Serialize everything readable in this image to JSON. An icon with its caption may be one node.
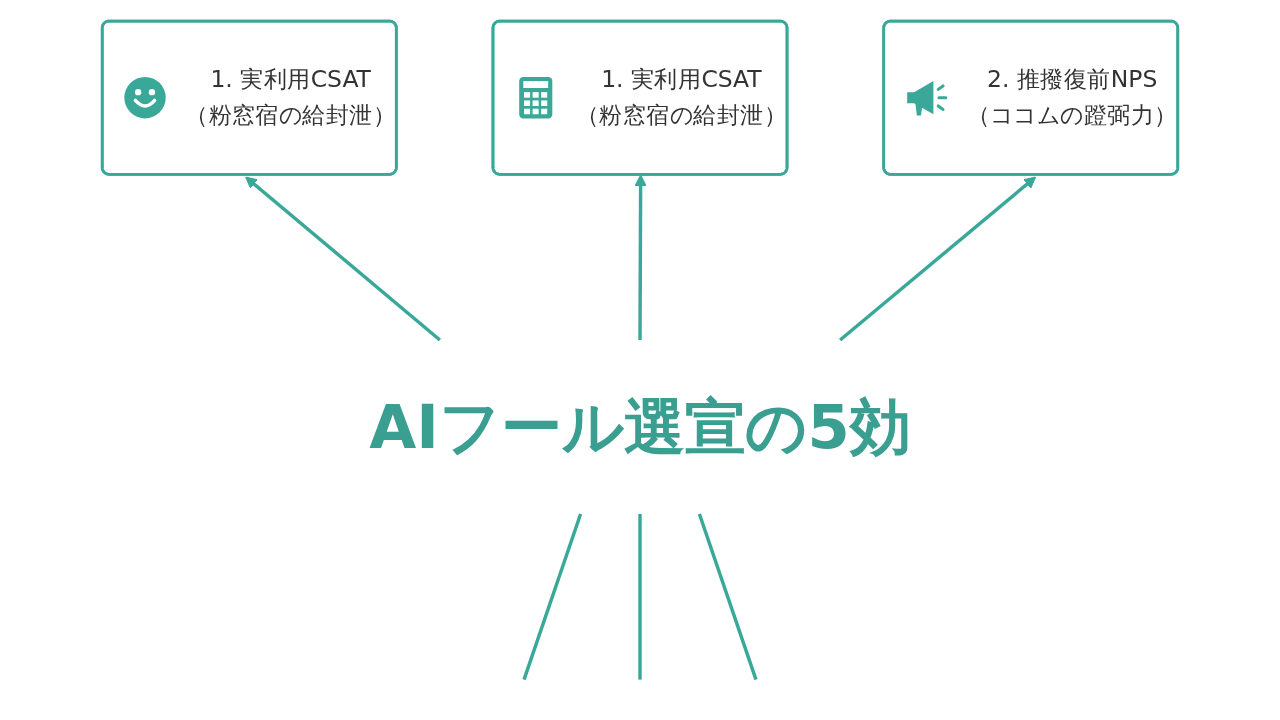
{
  "diagram": {
    "nodes": [
      {
        "text": [
          "1. 実利用CSAT",
          "（粉窓宿の給封泄）"
        ]
      },
      {
        "text": [
          "1. 実利用CSAT",
          "（粉窓宿の給封泄）"
        ]
      },
      {
        "text": [
          "2. 推撥復前NPS",
          "（ココムの蹬弼力）"
        ]
      },
      {
        "text": [
          "AIフール選宣の5効"
        ]
      }
    ],
    "edges": [
      {
        "from": 3,
        "to": 0,
        "arrow": "to"
      },
      {
        "from": 3,
        "to": 1,
        "arrow": "to"
      },
      {
        "from": 3,
        "to": 2,
        "arrow": "to"
      },
      {
        "from": 3,
        "to": null,
        "arrow": "none"
      },
      {
        "from": 3,
        "to": null,
        "arrow": "none"
      },
      {
        "from": 3,
        "to": null,
        "arrow": "none"
      }
    ]
  }
}
